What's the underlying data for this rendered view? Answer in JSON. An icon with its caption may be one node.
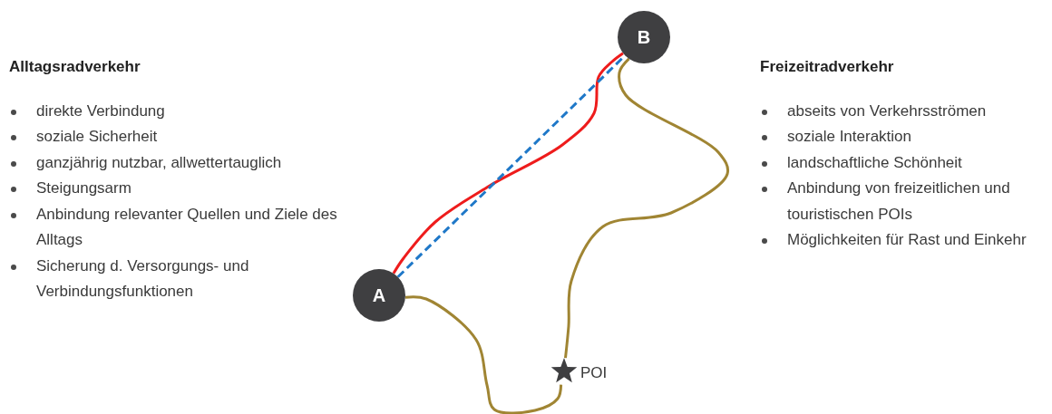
{
  "diagram": {
    "nodes": [
      {
        "text": [
          "A"
        ]
      },
      {
        "text": [
          "B"
        ]
      },
      {
        "text": [],
        "shape": "star",
        "beside": [
          "POI"
        ]
      }
    ],
    "edges": [
      {
        "from": 0,
        "to": 1,
        "arrow": "none",
        "color": "#ee1c1c"
      },
      {
        "from": 0,
        "to": 1,
        "arrow": "none",
        "style": "dashed",
        "color": "#1f78c8"
      },
      {
        "from": 0,
        "to": 2,
        "arrow": "none",
        "color": "#a08533"
      },
      {
        "from": 2,
        "to": 1,
        "arrow": "none",
        "color": "#a08533"
      }
    ],
    "labels": [
      "Alltagsradverkehr",
      "direkte Verbindung",
      "soziale Sicherheit",
      "ganzjährig nutzbar, allwettertauglich",
      "Steigungsarm",
      "Anbindung relevanter Quellen und Ziele des Alltags",
      "Sicherung d. Versorgungs- und Verbindungsfunktionen",
      "Freizeitradverkehr",
      "abseits von Verkehrsströmen",
      "soziale Interaktion",
      "landschaftliche Schönheit",
      "Anbindung von freizeitlichen und touristischen POIs",
      "Möglichkeiten für Rast und Einkehr"
    ]
  }
}
